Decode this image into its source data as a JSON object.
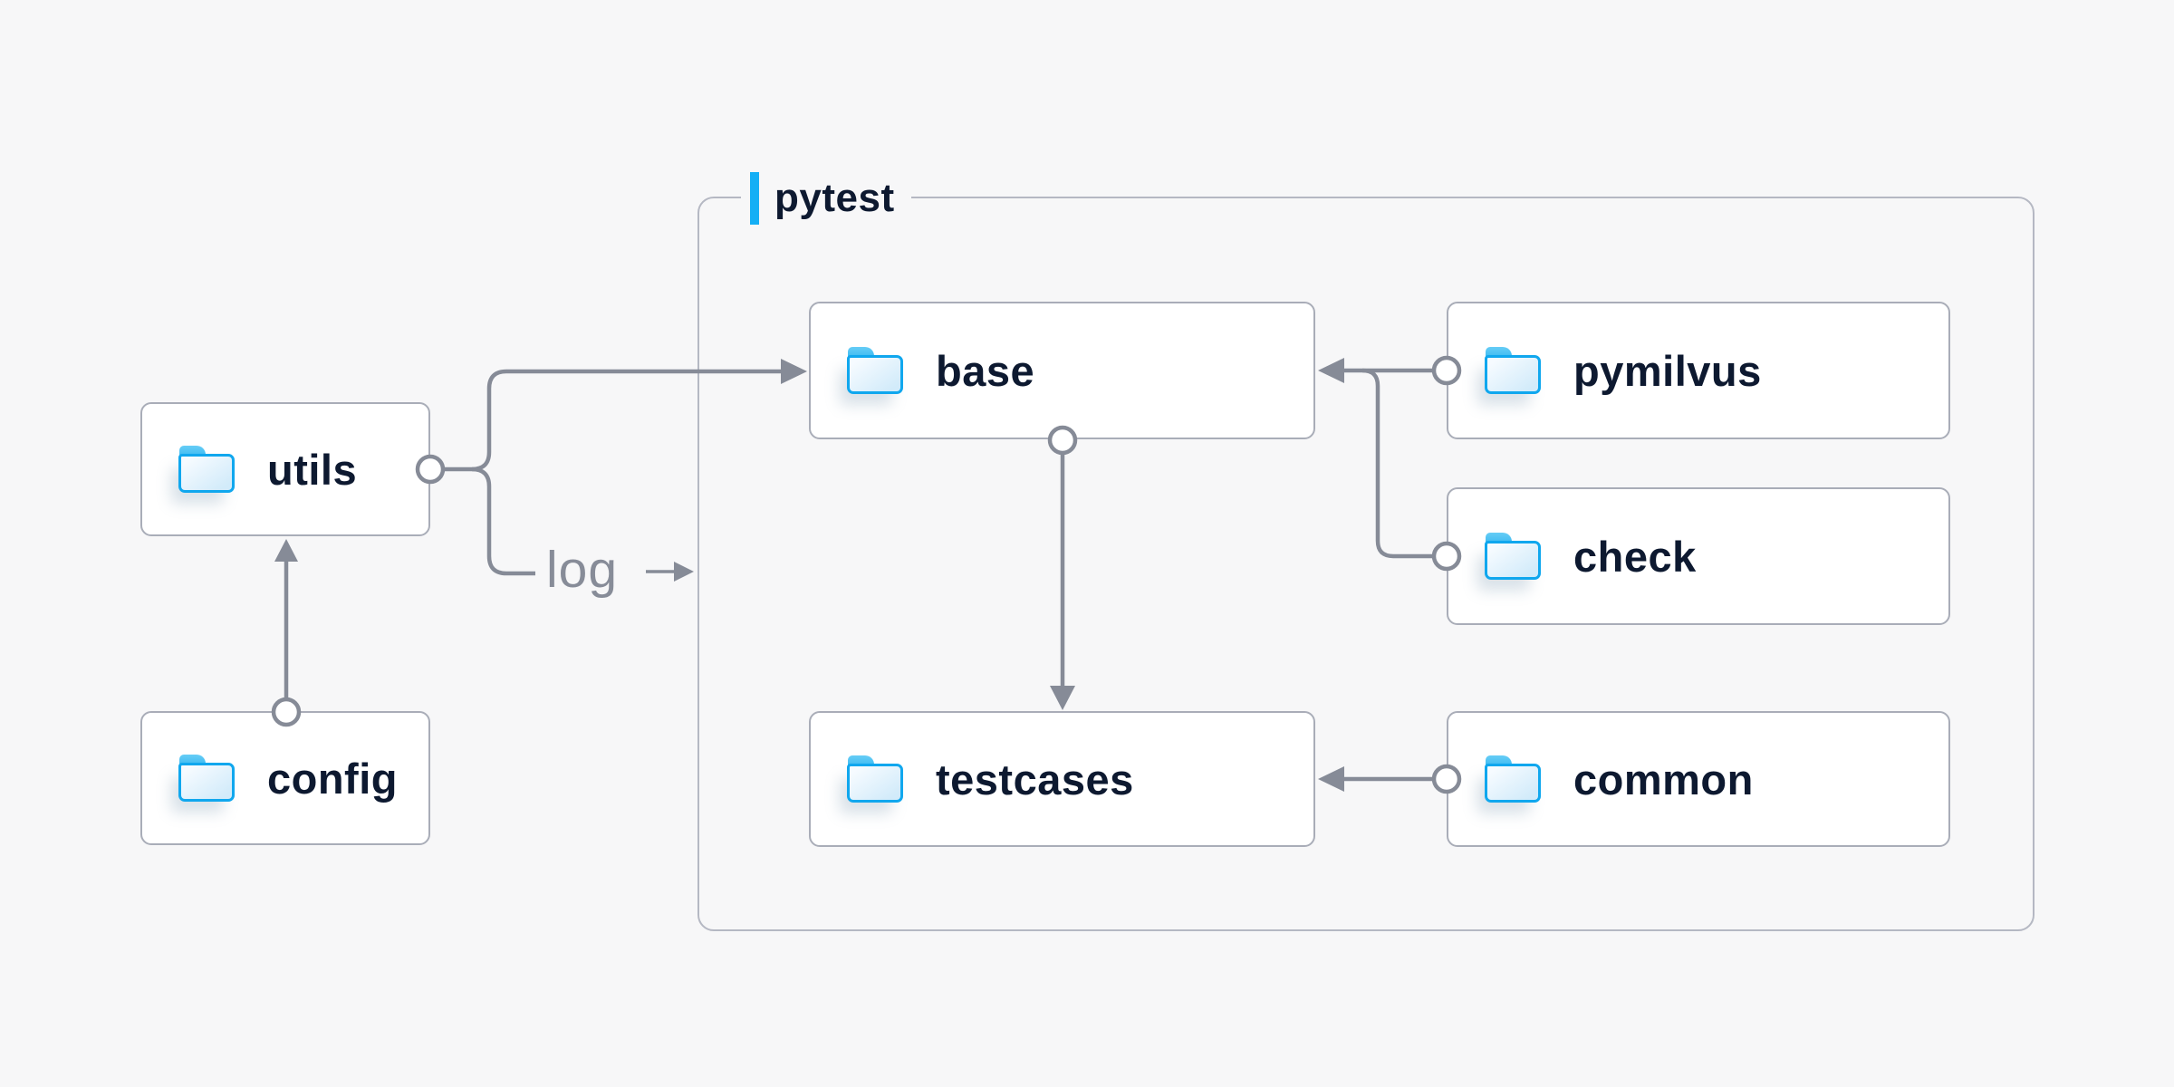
{
  "group": {
    "label": "pytest"
  },
  "nodes": {
    "utils": {
      "label": "utils"
    },
    "config": {
      "label": "config"
    },
    "base": {
      "label": "base"
    },
    "pymilvus": {
      "label": "pymilvus"
    },
    "check": {
      "label": "check"
    },
    "testcases": {
      "label": "testcases"
    },
    "common": {
      "label": "common"
    }
  },
  "log_label": "log",
  "edges": [
    {
      "from": "config",
      "to": "utils",
      "style": "arrow"
    },
    {
      "from": "utils",
      "to": "base",
      "style": "arrow"
    },
    {
      "from": "utils",
      "to": "log",
      "style": "label-annotation"
    },
    {
      "from": "pymilvus",
      "to": "base",
      "style": "arrow"
    },
    {
      "from": "check",
      "to": "base",
      "style": "arrow-merged"
    },
    {
      "from": "base",
      "to": "testcases",
      "style": "arrow"
    },
    {
      "from": "common",
      "to": "testcases",
      "style": "arrow"
    }
  ],
  "colors": {
    "background": "#f7f7f8",
    "node_background": "#ffffff",
    "node_border": "#a9adb8",
    "group_border": "#b5b8c3",
    "connector_gray": "#868b97",
    "accent_blue": "#14aff5",
    "folder_blue": "#10a7ee",
    "text_navy": "#0d1930",
    "log_text_gray": "#878c98"
  }
}
